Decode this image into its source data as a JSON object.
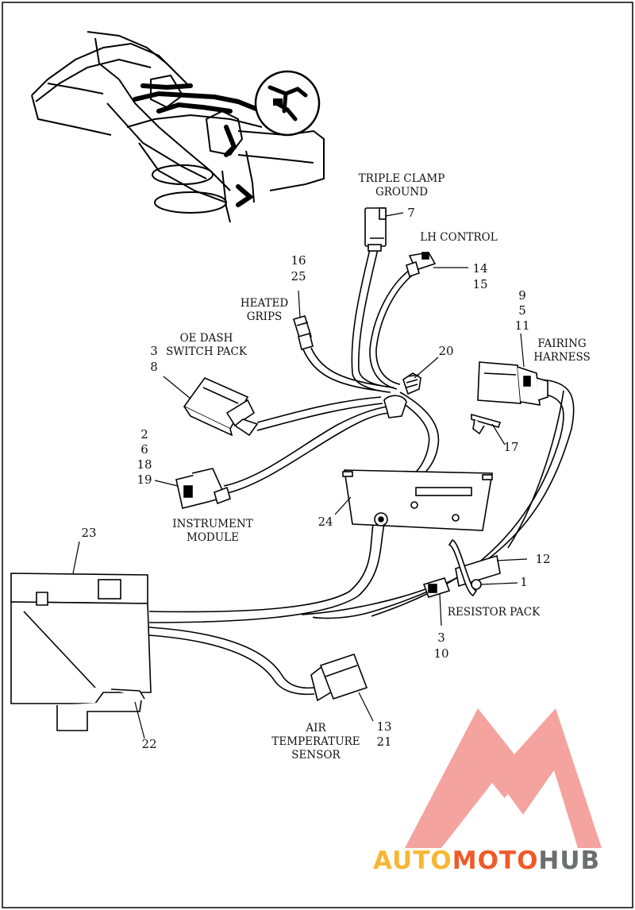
{
  "labels": {
    "triple_clamp_ground": [
      "TRIPLE CLAMP",
      "GROUND"
    ],
    "lh_control": "LH CONTROL",
    "heated_grips": [
      "HEATED",
      "GRIPS"
    ],
    "oe_dash_switch_pack": [
      "OE DASH",
      "SWITCH PACK"
    ],
    "fairing_harness": [
      "FAIRING",
      "HARNESS"
    ],
    "instrument_module": [
      "INSTRUMENT",
      "MODULE"
    ],
    "resistor_pack": "RESISTOR PACK",
    "air_temperature_sensor": [
      "AIR",
      "TEMPERATURE",
      "SENSOR"
    ]
  },
  "callouts": {
    "triple_clamp": [
      "7"
    ],
    "lh_control": [
      "14",
      "15"
    ],
    "heated_grips": [
      "16",
      "25"
    ],
    "oe_dash": [
      "3",
      "8"
    ],
    "fairing": [
      "9",
      "5",
      "11"
    ],
    "grommet": [
      "20"
    ],
    "clip": [
      "17"
    ],
    "instrument": [
      "2",
      "6",
      "18",
      "19"
    ],
    "bracket": [
      "24"
    ],
    "fairing_cap": [
      "23"
    ],
    "resistor_body": [
      "12"
    ],
    "resistor_clip": [
      "1"
    ],
    "resistor_conn": [
      "3",
      "10"
    ],
    "fairing_body": [
      "22"
    ],
    "air_temp": [
      "13",
      "21"
    ]
  },
  "watermark": {
    "part1": "AUTO",
    "part2": "MOTO",
    "part3": "HUB",
    "color1": "#f7b733",
    "color2": "#f05a28",
    "color3": "#6d6e71",
    "logo_color": "#f39a95"
  }
}
